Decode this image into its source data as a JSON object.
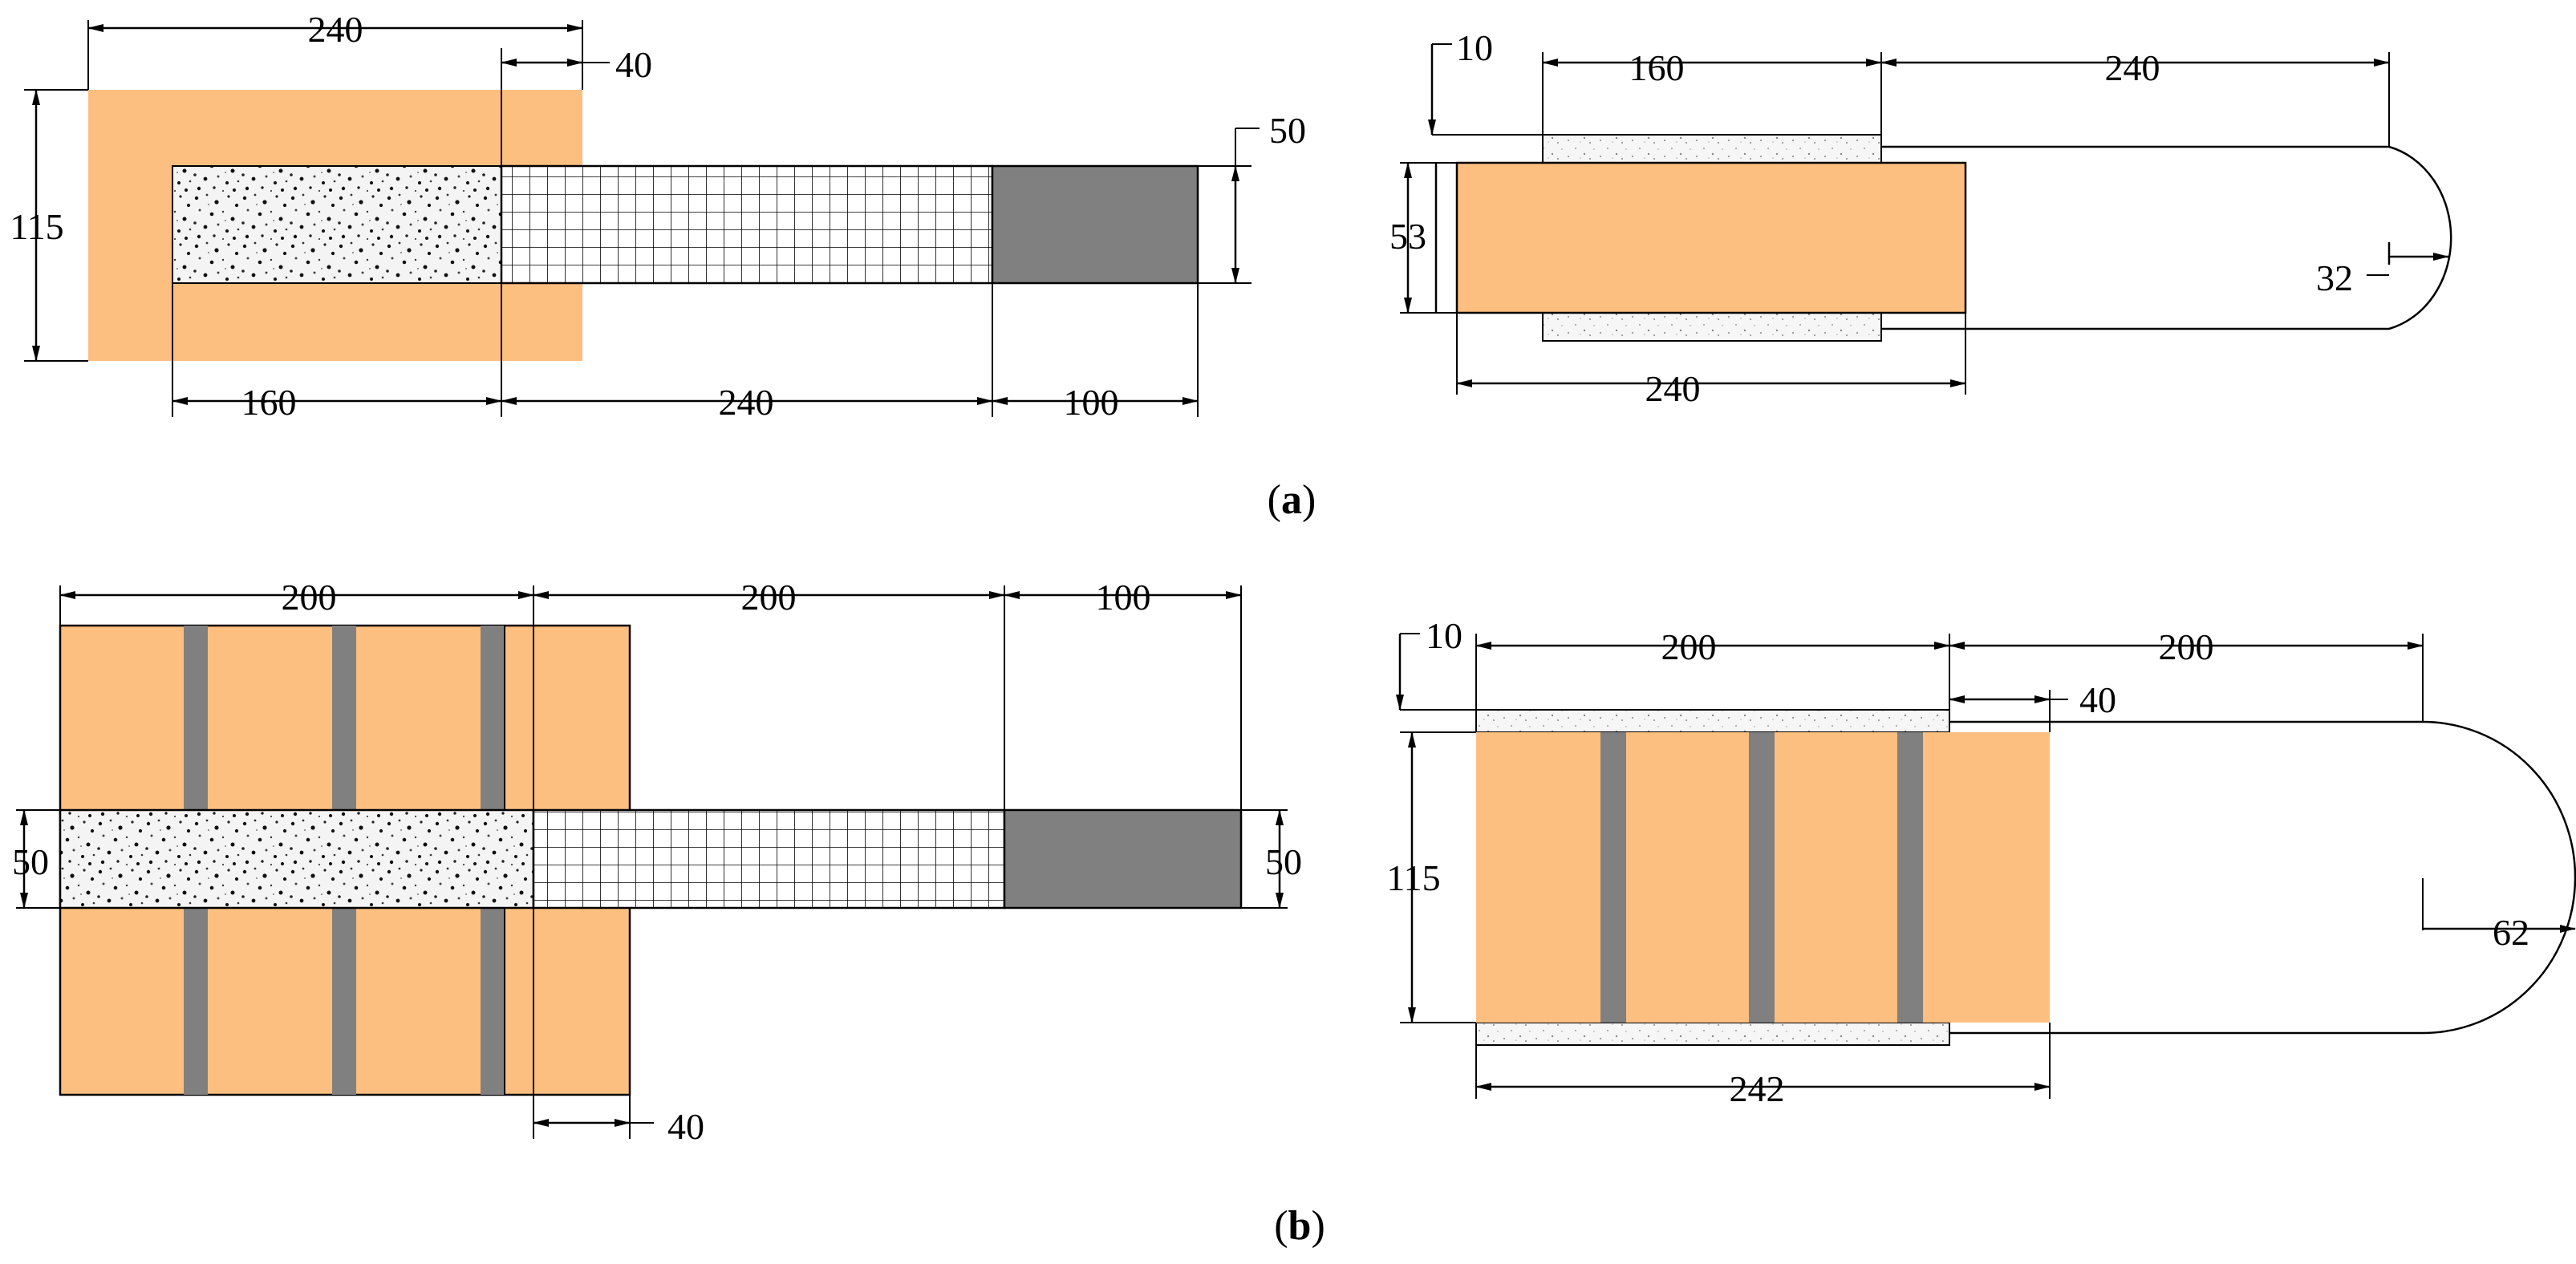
{
  "colors": {
    "brick": "#FDBF80",
    "steel": "#808080",
    "concrete_bg": "#f4f4f4",
    "line": "#000000"
  },
  "captions": {
    "a": "a",
    "b": "b"
  },
  "panel_a_left": {
    "d_top_width": "240",
    "d_top_overlap": "40",
    "d_left_height": "115",
    "d_right_height": "50",
    "d_bottom_concrete": "160",
    "d_bottom_grid": "240",
    "d_bottom_steel": "100"
  },
  "panel_a_right": {
    "d_top_offset": "10",
    "d_top_concrete": "160",
    "d_top_tail": "240",
    "d_left_height": "53",
    "d_radius": "32",
    "d_bottom_brick": "240"
  },
  "panel_b_left": {
    "d_top_brick": "200",
    "d_top_grid": "200",
    "d_top_steel": "100",
    "d_left_height": "50",
    "d_right_height": "50",
    "d_bottom_overlap": "40"
  },
  "panel_b_right": {
    "d_top_offset": "10",
    "d_top_concrete": "200",
    "d_top_tail": "200",
    "d_top_overlap": "40",
    "d_left_height": "115",
    "d_radius": "62",
    "d_bottom_brick": "242"
  }
}
